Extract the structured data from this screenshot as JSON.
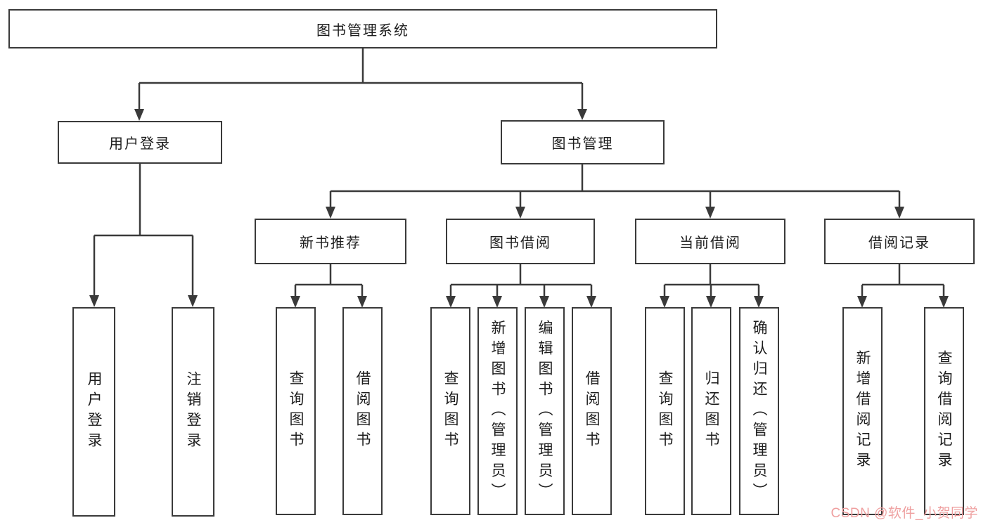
{
  "diagram": {
    "root": {
      "label": "图书管理系统"
    },
    "level2": [
      {
        "id": "user-login",
        "label": "用户登录"
      },
      {
        "id": "book-management",
        "label": "图书管理"
      }
    ],
    "level3": [
      {
        "id": "new-book-recommendation",
        "label": "新书推荐"
      },
      {
        "id": "book-borrowing",
        "label": "图书借阅"
      },
      {
        "id": "current-borrowing",
        "label": "当前借阅"
      },
      {
        "id": "borrowing-records",
        "label": "借阅记录"
      }
    ],
    "leaves": {
      "user_login": [
        {
          "label": "用户登录"
        },
        {
          "label": "注销登录"
        }
      ],
      "new_book": [
        {
          "label": "查询图书"
        },
        {
          "label": "借阅图书"
        }
      ],
      "book_borrow": [
        {
          "label": "查询图书"
        },
        {
          "label": "新增图书（管理员）"
        },
        {
          "label": "编辑图书（管理员）"
        },
        {
          "label": "借阅图书"
        }
      ],
      "current_borrow": [
        {
          "label": "查询图书"
        },
        {
          "label": "归还图书"
        },
        {
          "label": "确认归还（管理员）"
        }
      ],
      "records": [
        {
          "label": "新增借阅记录"
        },
        {
          "label": "查询借阅记录"
        }
      ]
    }
  },
  "watermark": {
    "text": "CSDN @软件_小贺同学"
  },
  "colors": {
    "line": "#3a3a3a",
    "text": "#1d1d1d",
    "background": "#ffffff",
    "watermark": "#efa0a0"
  }
}
